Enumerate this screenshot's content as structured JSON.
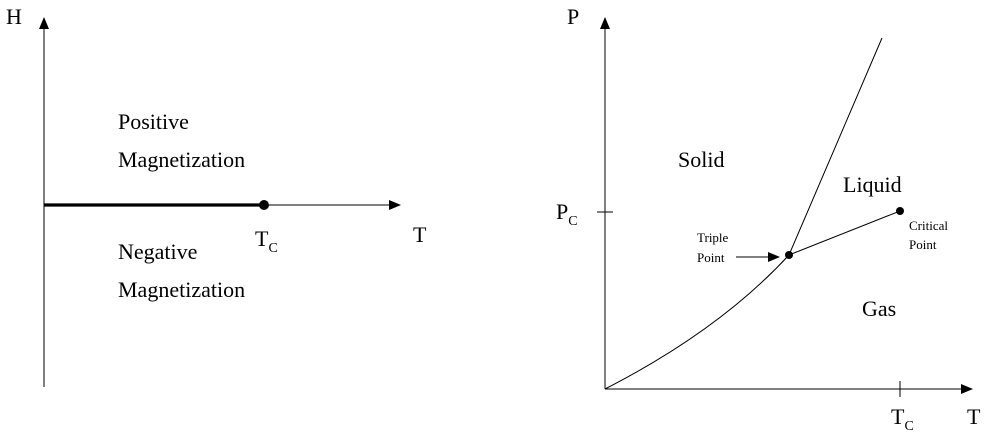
{
  "magnet_diagram": {
    "y_axis_label": "H",
    "x_axis_label": "T",
    "critical_temp_main": "T",
    "critical_temp_sub": "C",
    "region_upper_line1": "Positive",
    "region_upper_line2": "Magnetization",
    "region_lower_line1": "Negative",
    "region_lower_line2": "Magnetization"
  },
  "fluid_diagram": {
    "y_axis_label": "P",
    "x_axis_label": "T",
    "critical_pressure_main": "P",
    "critical_pressure_sub": "C",
    "critical_temp_main": "T",
    "critical_temp_sub": "C",
    "solid_label": "Solid",
    "liquid_label": "Liquid",
    "gas_label": "Gas",
    "triple_point_line1": "Triple",
    "triple_point_line2": "Point",
    "critical_point_line1": "Critical",
    "critical_point_line2": "Point"
  }
}
